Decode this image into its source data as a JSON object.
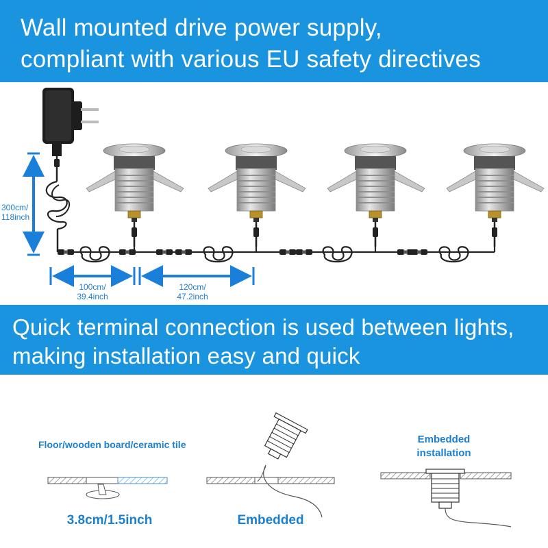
{
  "header": {
    "line1": "Wall mounted drive power supply,",
    "line2": "compliant with various EU safety directives"
  },
  "wiring": {
    "vertical_dim": {
      "line1": "300cm/",
      "line2": "118inch"
    },
    "dim_1": {
      "line1": "100cm/",
      "line2": "39.4inch"
    },
    "dim_2": {
      "line1": "120cm/",
      "line2": "47.2inch"
    },
    "light_count": 4
  },
  "feature": {
    "line1": "Quick terminal connection is used between lights,",
    "line2": "making installation easy and quick"
  },
  "install": {
    "panel1_title": "Floor/wooden board/ceramic tile",
    "panel1_caption": "3.8cm/1.5inch",
    "panel2_caption": "Embedded",
    "panel3_title_line1": "Embedded",
    "panel3_title_line2": "installation"
  },
  "colors": {
    "banner": "#1b94e0",
    "accent_text": "#1b7fd0",
    "dimension_line": "#1a7fd8"
  }
}
